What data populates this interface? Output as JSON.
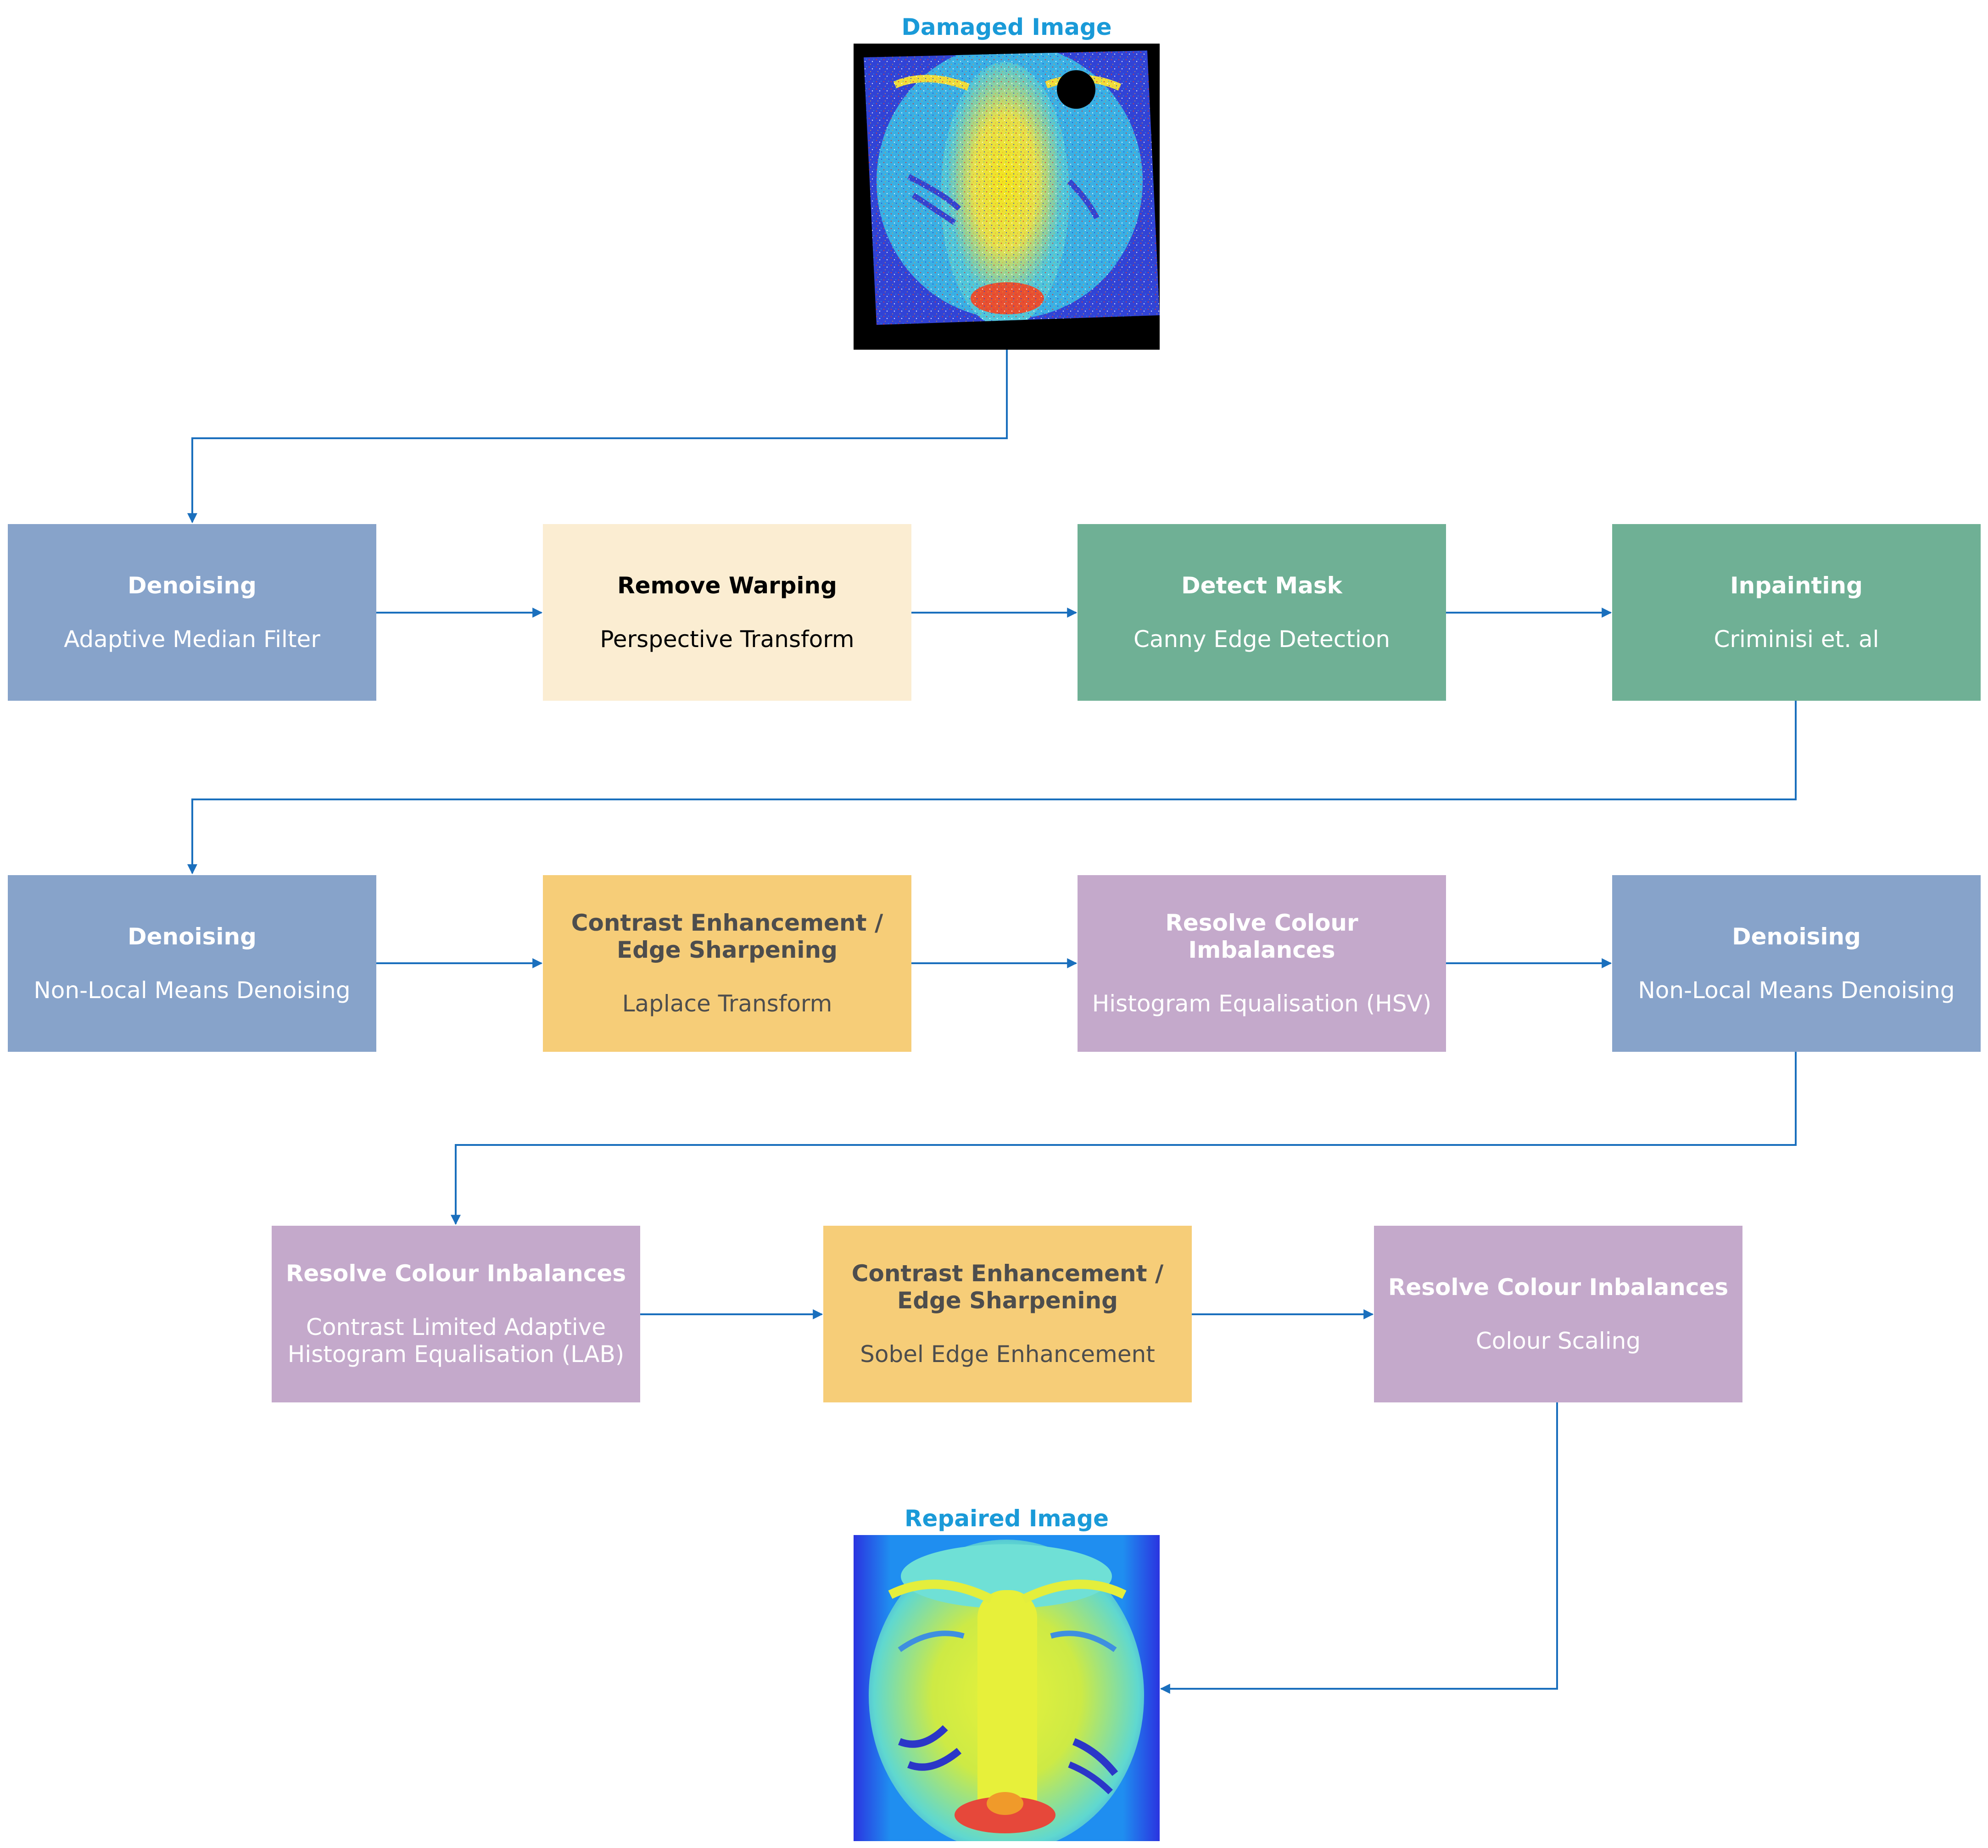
{
  "damaged_image": {
    "label": "Damaged Image"
  },
  "repaired_image": {
    "label": "Repaired Image"
  },
  "steps": [
    {
      "title": "Denoising",
      "subtitle": "Adaptive Median Filter",
      "color": "#87a3ca"
    },
    {
      "title": "Remove Warping",
      "subtitle": "Perspective Transform",
      "color": "#fbedd2"
    },
    {
      "title": "Detect Mask",
      "subtitle": "Canny Edge Detection",
      "color": "#6fb095"
    },
    {
      "title": "Inpainting",
      "subtitle": "Criminisi et. al",
      "color": "#6fb095"
    },
    {
      "title": "Denoising",
      "subtitle": "Non-Local Means Denoising",
      "color": "#87a3ca"
    },
    {
      "title": "Contrast Enhancement /\nEdge Sharpening",
      "subtitle": "Laplace Transform",
      "color": "#f6cd78"
    },
    {
      "title": "Resolve Colour Imbalances",
      "subtitle": "Histogram Equalisation (HSV)",
      "color": "#c4a9cb"
    },
    {
      "title": "Denoising",
      "subtitle": "Non-Local Means Denoising",
      "color": "#87a3ca"
    },
    {
      "title": "Resolve Colour Inbalances",
      "subtitle": "Contrast Limited Adaptive\nHistogram Equalisation (LAB)",
      "color": "#c4a9cb"
    },
    {
      "title": "Contrast Enhancement /\nEdge Sharpening",
      "subtitle": "Sobel Edge Enhancement",
      "color": "#f6cd78"
    },
    {
      "title": "Resolve Colour Inbalances",
      "subtitle": "Colour Scaling",
      "color": "#c4a9cb"
    }
  ],
  "colors": {
    "connector": "#1a6fbd",
    "label": "#1a9ad8"
  }
}
